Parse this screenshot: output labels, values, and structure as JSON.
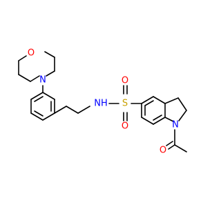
{
  "molecule": {
    "atoms": {
      "morpholine_oxygen": {
        "label": "O",
        "color": "#ff0000"
      },
      "morpholine_nitrogen": {
        "label": "N",
        "color": "#0000ff"
      },
      "sulfonamide_nh": {
        "label": "NH",
        "color": "#0000ff"
      },
      "sulfur": {
        "label": "S",
        "color": "#c8a000"
      },
      "sulfonyl_oxygen_top": {
        "label": "O",
        "color": "#ff0000"
      },
      "sulfonyl_oxygen_bottom": {
        "label": "O",
        "color": "#ff0000"
      },
      "indoline_nitrogen": {
        "label": "N",
        "color": "#0000ff"
      },
      "acetyl_oxygen": {
        "label": "O",
        "color": "#ff0000"
      }
    }
  }
}
